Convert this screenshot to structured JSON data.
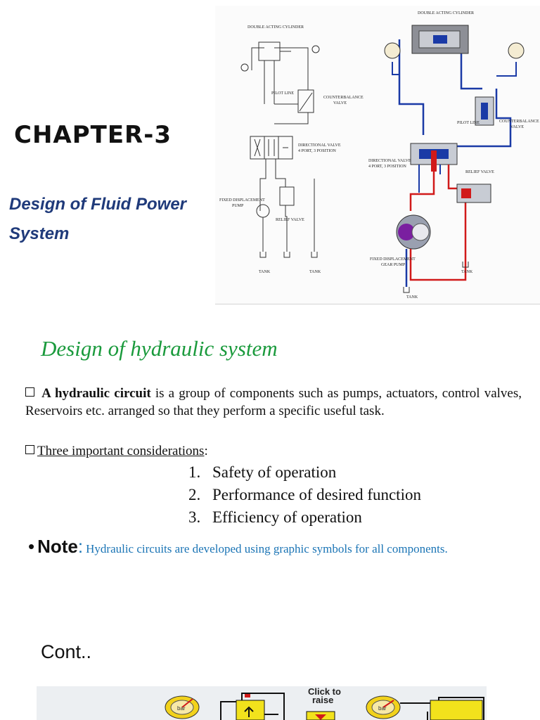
{
  "slide1": {
    "chapter_title": "CHAPTER-3",
    "subtitle": "Design of Fluid Power System",
    "diagram_labels": {
      "schematic": {
        "cylinder": "DOUBLE ACTING CYLINDER",
        "pilot_line": "PILOT LINE",
        "counterbalance_line1": "COUNTERBALANCE",
        "counterbalance_line2": "VALVE",
        "dir_valve_line1": "DIRECTIONAL VALVE",
        "dir_valve_line2": "4 PORT, 3 POSITION",
        "pump_line1": "FIXED DISPLACEMENT",
        "pump_line2": "PUMP",
        "relief": "RELIEF VALVE",
        "tank1": "TANK",
        "tank2": "TANK"
      },
      "pictorial": {
        "cylinder": "DOUBLE ACTING CYLINDER",
        "pilot_line": "PILOT LINE",
        "counterbalance_line1": "COUNTERBALANCE",
        "counterbalance_line2": "VALVE",
        "dir_valve_line1": "DIRECTIONAL VALVE",
        "dir_valve_line2": "4 PORT, 3 POSITION",
        "relief": "RELIEF VALVE",
        "pump_line1": "FIXED DISPLACEMENT",
        "pump_line2": "GEAR PUMP",
        "tank1": "TANK",
        "tank2": "TANK"
      }
    }
  },
  "slide2": {
    "heading": "Design of hydraulic system",
    "para_bold": "A hydraulic circuit",
    "para_rest": " is a group of components such as pumps, actuators, control valves, Reservoirs etc. arranged so that they perform a specific useful task.",
    "considerations_label": "Three important considerations",
    "considerations_colon": ":",
    "list": [
      {
        "num": "1.",
        "text": "Safety of operation"
      },
      {
        "num": "2.",
        "text": "Performance of desired function"
      },
      {
        "num": "3.",
        "text": "Efficiency of operation"
      }
    ],
    "note_bullet": "•",
    "note_label": "Note",
    "note_colon": ":",
    "note_text": "Hydraulic circuits are developed using graphic symbols for all components",
    "note_period": "."
  },
  "slide3": {
    "cont": "Cont..",
    "click_line1": "Click to",
    "click_line2": "raise",
    "gauge_label": "bar"
  }
}
